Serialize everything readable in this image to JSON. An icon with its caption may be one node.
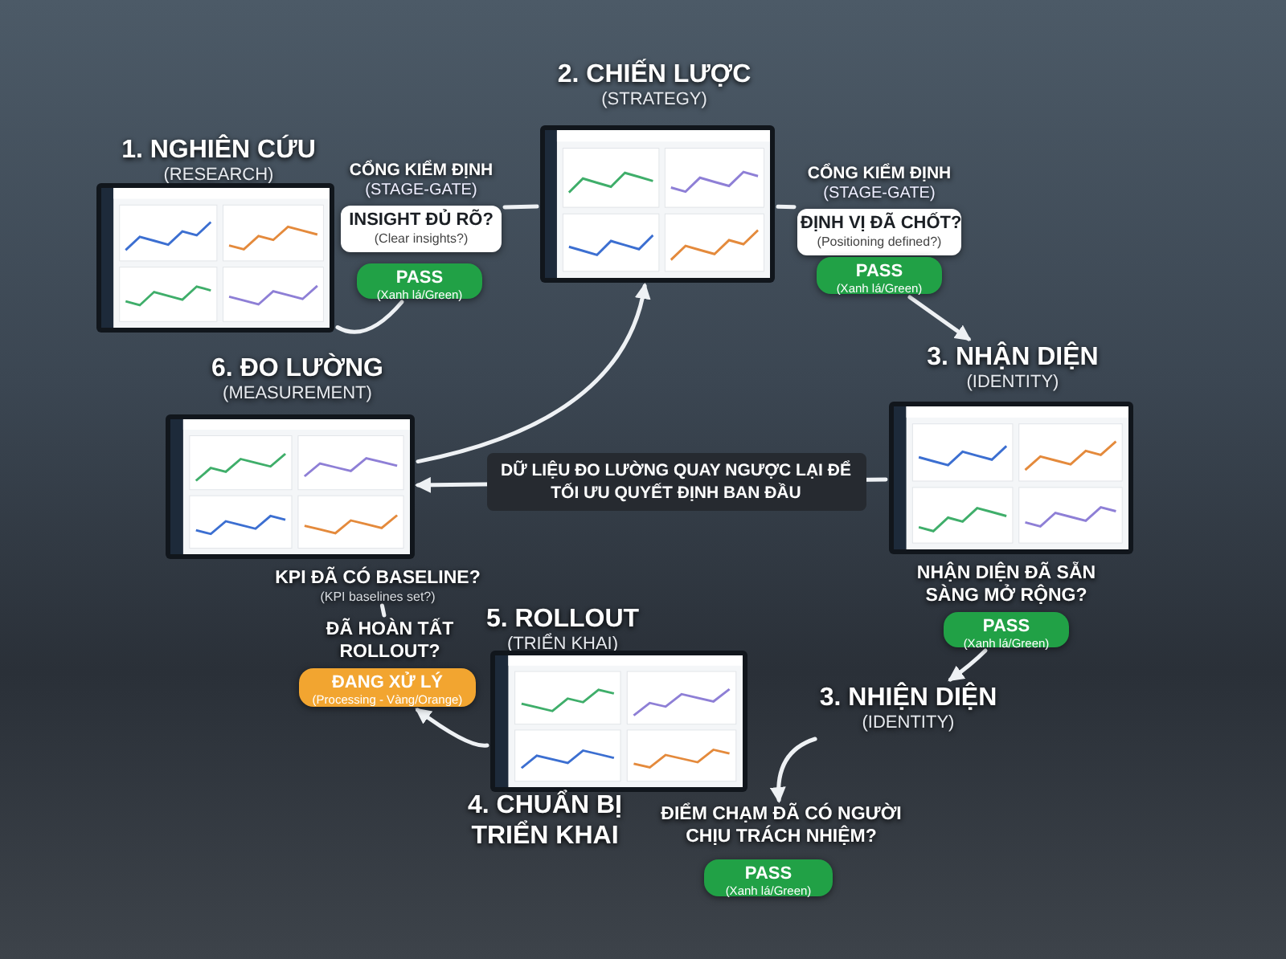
{
  "diagram": {
    "nodes": [
      {
        "text": [
          "1. NGHIÊN CỨU",
          "(RESEARCH)"
        ]
      },
      {
        "text": [],
        "shape": "picture"
      },
      {
        "text": [
          "2. CHIẾN LƯỢC",
          "(STRATEGY)"
        ]
      },
      {
        "text": [],
        "shape": "picture"
      },
      {
        "text": [
          "CỔNG KIỂM ĐỊNH",
          "(STAGE-GATE)",
          "INSIGHT ĐỦ RÕ?",
          "(Clear insights?)"
        ]
      },
      {
        "text": [
          "PASS",
          "(Xanh lá/Green)"
        ]
      },
      {
        "text": [
          "CỔNG KIỂM ĐỊNH",
          "(STAGE-GATE)",
          "ĐỊNH VỊ ĐÃ CHỐT?",
          "(Positioning defined?)"
        ]
      },
      {
        "text": [
          "PASS",
          "(Xanh lá/Green)"
        ]
      },
      {
        "text": [
          "3. NHẬN DIỆN",
          "(IDENTITY)"
        ]
      },
      {
        "text": [],
        "shape": "picture"
      },
      {
        "text": [
          "6. ĐO LƯỜNG",
          "(MEASUREMENT)"
        ]
      },
      {
        "text": [],
        "shape": "picture"
      },
      {
        "text": [
          "NHẬN DIỆN ĐÃ SẴN SÀNG MỞ RỘNG?"
        ]
      },
      {
        "text": [
          "PASS",
          "(Xanh lá/Green)"
        ]
      },
      {
        "text": [
          "3. NHIỆN DIỆN",
          "(IDENTITY)"
        ]
      },
      {
        "text": [
          "KPI ĐÃ CÓ BASELINE?",
          "(KPI baselines set?)"
        ]
      },
      {
        "text": [
          "ĐÃ HOÀN TẤT ROLLOUT?"
        ]
      },
      {
        "text": [
          "ĐANG XỬ LÝ",
          "(Processing - Vàng/Orange)"
        ]
      },
      {
        "text": [
          "5. ROLLOUT",
          "(TRIỂN KHAI)"
        ]
      },
      {
        "text": [],
        "shape": "picture"
      },
      {
        "text": [
          "4. CHUẨN BỊ TRIỂN KHAI"
        ]
      },
      {
        "text": [
          "ĐIỂM CHẠM ĐÃ CÓ NGƯỜI CHỊU TRÁCH NHIỆM?"
        ]
      },
      {
        "text": [
          "PASS",
          "(Xanh lá/Green)"
        ]
      }
    ],
    "edges": [
      {
        "from": 1,
        "to": 5,
        "arrow": "none"
      },
      {
        "from": 4,
        "to": 3,
        "arrow": "none"
      },
      {
        "from": 3,
        "to": 6,
        "arrow": "none"
      },
      {
        "from": 7,
        "to": 8,
        "arrow": "to"
      },
      {
        "from": 11,
        "to": 3,
        "arrow": "to"
      },
      {
        "from": 9,
        "to": 11,
        "arrow": "to",
        "label": "DỮ LIỆU ĐO LƯỜNG QUAY NGƯỢC LẠI ĐỂ TỐI ƯU QUYẾT ĐỊNH BAN ĐẦU"
      },
      {
        "from": 13,
        "to": 14,
        "arrow": "to"
      },
      {
        "from": 14,
        "to": 21,
        "arrow": "to"
      },
      {
        "from": 19,
        "to": 17,
        "arrow": "to"
      },
      {
        "from": 16,
        "to": 15,
        "arrow": "none"
      }
    ]
  }
}
